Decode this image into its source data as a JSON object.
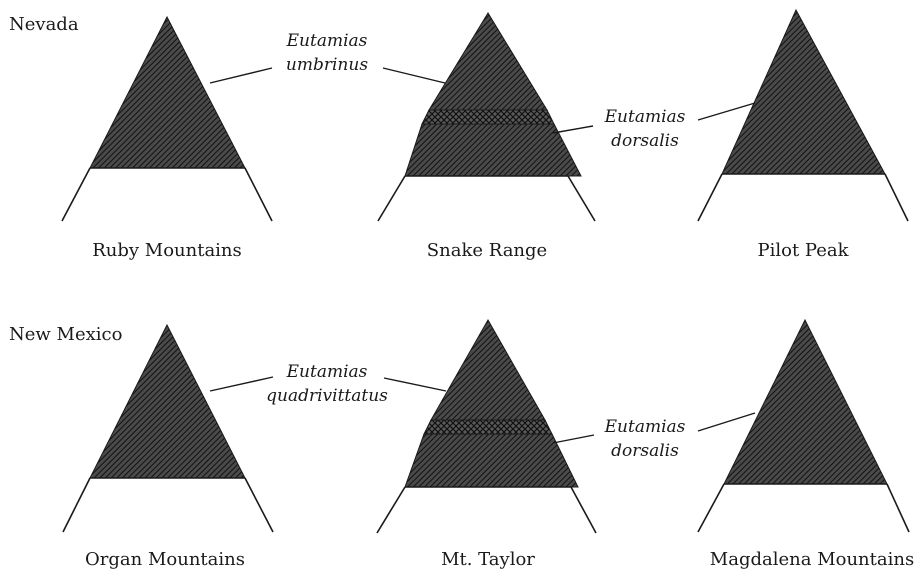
{
  "regions": [
    {
      "name": "Nevada",
      "mountains": [
        {
          "name": "Ruby Mountains",
          "species": [
            "Eutamias umbrinus"
          ],
          "zones": [
            "umbrinus"
          ]
        },
        {
          "name": "Snake Range",
          "species": [
            "Eutamias umbrinus",
            "Eutamias dorsalis"
          ],
          "zones": [
            "umbrinus",
            "overlap",
            "dorsalis"
          ]
        },
        {
          "name": "Pilot Peak",
          "species": [
            "Eutamias dorsalis"
          ],
          "zones": [
            "dorsalis"
          ]
        }
      ],
      "labels": {
        "left": {
          "line1": "Eutamias",
          "line2": "umbrinus"
        },
        "right": {
          "line1": "Eutamias",
          "line2": "dorsalis"
        }
      }
    },
    {
      "name": "New Mexico",
      "mountains": [
        {
          "name": "Organ Mountains",
          "species": [
            "Eutamias quadrivittatus"
          ],
          "zones": [
            "quadrivittatus"
          ]
        },
        {
          "name": "Mt. Taylor",
          "species": [
            "Eutamias quadrivittatus",
            "Eutamias dorsalis"
          ],
          "zones": [
            "quadrivittatus",
            "overlap",
            "dorsalis"
          ]
        },
        {
          "name": "Magdalena Mountains",
          "species": [
            "Eutamias dorsalis"
          ],
          "zones": [
            "dorsalis"
          ]
        }
      ],
      "labels": {
        "left": {
          "line1": "Eutamias",
          "line2": "quadrivittatus"
        },
        "right": {
          "line1": "Eutamias",
          "line2": "dorsalis"
        }
      }
    }
  ],
  "colors": {
    "fill": "#3a3a3a",
    "hatch": "#111111",
    "line": "#1a1a1a"
  }
}
